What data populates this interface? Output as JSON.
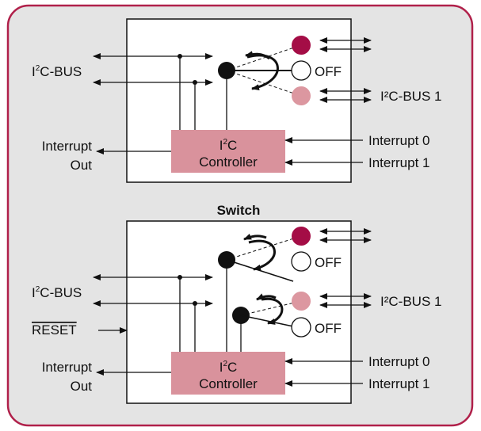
{
  "colors": {
    "frame_border": "#b0204a",
    "frame_fill": "#e4e4e4",
    "box_fill": "#ffffff",
    "controller_fill": "#d9929c",
    "led_dark": "#a40d46",
    "led_light": "#dc97a0",
    "ink": "#111111"
  },
  "icons": [
    "arrow-right-icon",
    "arrow-left-icon",
    "double-arrow-icon",
    "curved-arrow-icon",
    "switch-node-icon",
    "channel-circle-icon"
  ],
  "top": {
    "bus_label_main": "I",
    "bus_label_sup": "2",
    "bus_label_rest": "C-BUS",
    "interrupt_out_line1": "Interrupt",
    "interrupt_out_line2": "Out",
    "controller_line1_main": "I",
    "controller_line1_sup": "2",
    "controller_line1_rest": "C",
    "controller_line2": "Controller",
    "off_label": "OFF",
    "bus1_label": "I²C-BUS 1",
    "interrupt0": "Interrupt 0",
    "interrupt1": "Interrupt 1"
  },
  "bottom": {
    "title": "Switch",
    "bus_label_main": "I",
    "bus_label_sup": "2",
    "bus_label_rest": "C-BUS",
    "reset_label": "RESET",
    "interrupt_out_line1": "Interrupt",
    "interrupt_out_line2": "Out",
    "controller_line1_main": "I",
    "controller_line1_sup": "2",
    "controller_line1_rest": "C",
    "controller_line2": "Controller",
    "off_label_1": "OFF",
    "off_label_2": "OFF",
    "bus1_label": "I²C-BUS 1",
    "interrupt0": "Interrupt 0",
    "interrupt1": "Interrupt 1"
  }
}
